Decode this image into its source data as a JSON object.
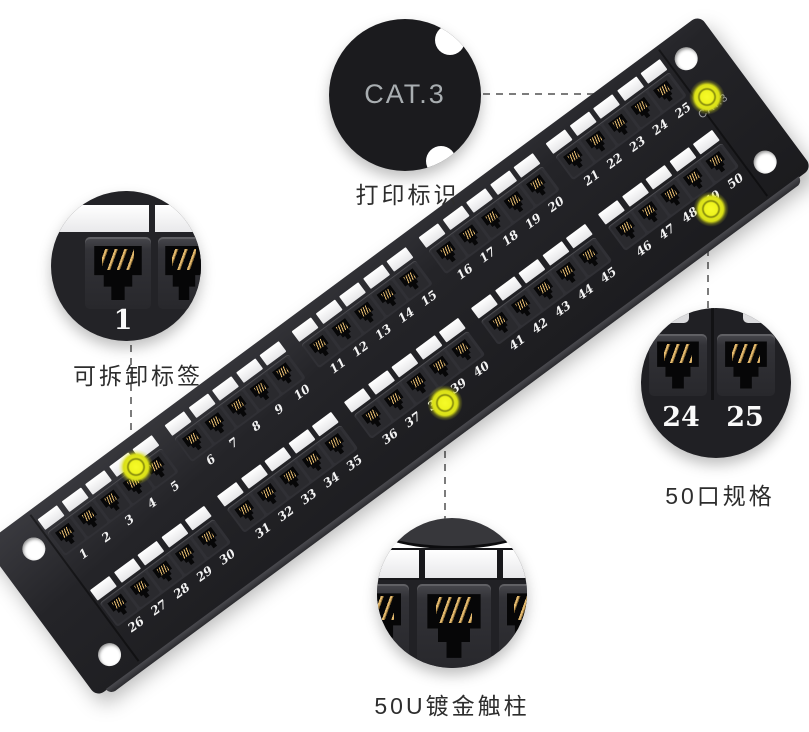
{
  "page": {
    "background": "#ffffff"
  },
  "panel": {
    "print_label": "CAT.3",
    "group_size": 5,
    "rows": [
      {
        "ports": [
          "1",
          "2",
          "3",
          "4",
          "5",
          "6",
          "7",
          "8",
          "9",
          "10",
          "11",
          "12",
          "13",
          "14",
          "15",
          "16",
          "17",
          "18",
          "19",
          "20",
          "21",
          "22",
          "23",
          "24",
          "25"
        ]
      },
      {
        "ports": [
          "26",
          "27",
          "28",
          "29",
          "30",
          "31",
          "32",
          "33",
          "34",
          "35",
          "36",
          "37",
          "38",
          "39",
          "40",
          "41",
          "42",
          "43",
          "44",
          "45",
          "46",
          "47",
          "48",
          "49",
          "50"
        ]
      }
    ]
  },
  "callouts": {
    "print_marking": {
      "zoom_text": "CAT.3",
      "caption": "打印标识"
    },
    "removable_label": {
      "port_number": "1",
      "caption": "可拆卸标签"
    },
    "fifty_ports": {
      "port_left": "24",
      "port_right": "25",
      "caption": "50口规格"
    },
    "gold_contacts": {
      "caption": "50U镀金触柱"
    }
  },
  "colors": {
    "highlight_dot": "#eef31e",
    "panel_body": "#242428",
    "label_strip": "#e6e6e8",
    "pin_gold": "#e3b96e",
    "caption_text": "#2d2d2d",
    "port_number_text": "#f4f4f4",
    "zoom_circle_text": "#a9aeb1"
  }
}
